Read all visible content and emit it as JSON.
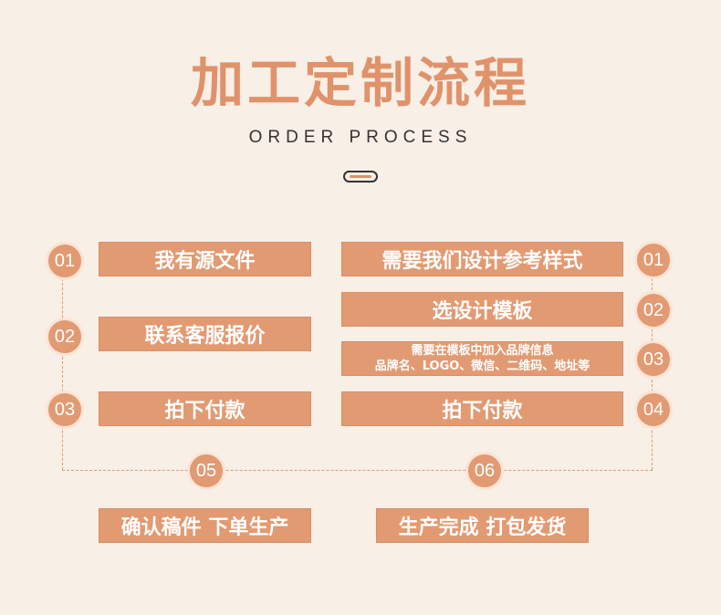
{
  "header": {
    "title": "加工定制流程",
    "subtitle": "ORDER PROCESS"
  },
  "left": {
    "steps": [
      {
        "num": "01",
        "label": "我有源文件"
      },
      {
        "num": "02",
        "label": "联系客服报价"
      },
      {
        "num": "03",
        "label": "拍下付款"
      }
    ],
    "final": {
      "num": "05",
      "label": "确认稿件 下单生产"
    }
  },
  "right": {
    "steps": [
      {
        "num": "01",
        "label": "需要我们设计参考样式"
      },
      {
        "num": "02",
        "label": "选设计模板"
      },
      {
        "num": "03",
        "line1": "需要在模板中加入品牌信息",
        "line2": "品牌名、LOGO、微信、二维码、地址等"
      },
      {
        "num": "04",
        "label": "拍下付款"
      }
    ],
    "final": {
      "num": "06",
      "label": "生产完成 打包发货"
    }
  },
  "colors": {
    "accent": "#e29a72",
    "background": "#f8efe6",
    "title": "#e0926a"
  }
}
